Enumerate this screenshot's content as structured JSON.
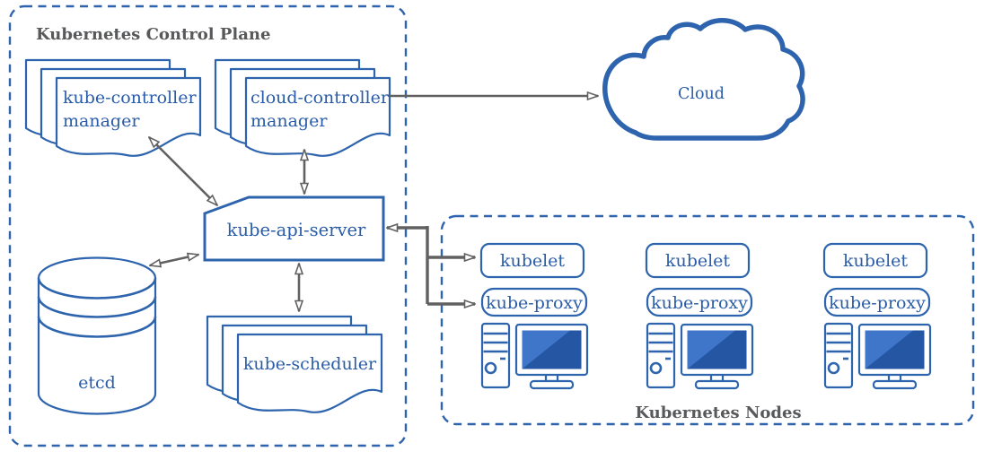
{
  "control_plane": {
    "title": "Kubernetes Control Plane",
    "kube_controller_manager": {
      "line1": "kube-controller",
      "line2": "manager"
    },
    "cloud_controller_manager": {
      "line1": "cloud-controller",
      "line2": "manager"
    },
    "kube_api_server": {
      "label": "kube-api-server"
    },
    "etcd": {
      "label": "etcd"
    },
    "kube_scheduler": {
      "label": "kube-scheduler"
    }
  },
  "cloud": {
    "label": "Cloud"
  },
  "nodes_group": {
    "title": "Kubernetes Nodes",
    "nodes": [
      {
        "kubelet": "kubelet",
        "kube_proxy": "kube-proxy"
      },
      {
        "kubelet": "kubelet",
        "kube_proxy": "kube-proxy"
      },
      {
        "kubelet": "kubelet",
        "kube_proxy": "kube-proxy"
      }
    ]
  },
  "colors": {
    "shape_blue": "#2d64ad",
    "text_blue": "#2a5ca8",
    "arrow_gray": "#616161",
    "title_gray": "#58595b",
    "screen_dark": "#2456a4",
    "screen_light": "#4076ca",
    "background": "#ffffff"
  }
}
